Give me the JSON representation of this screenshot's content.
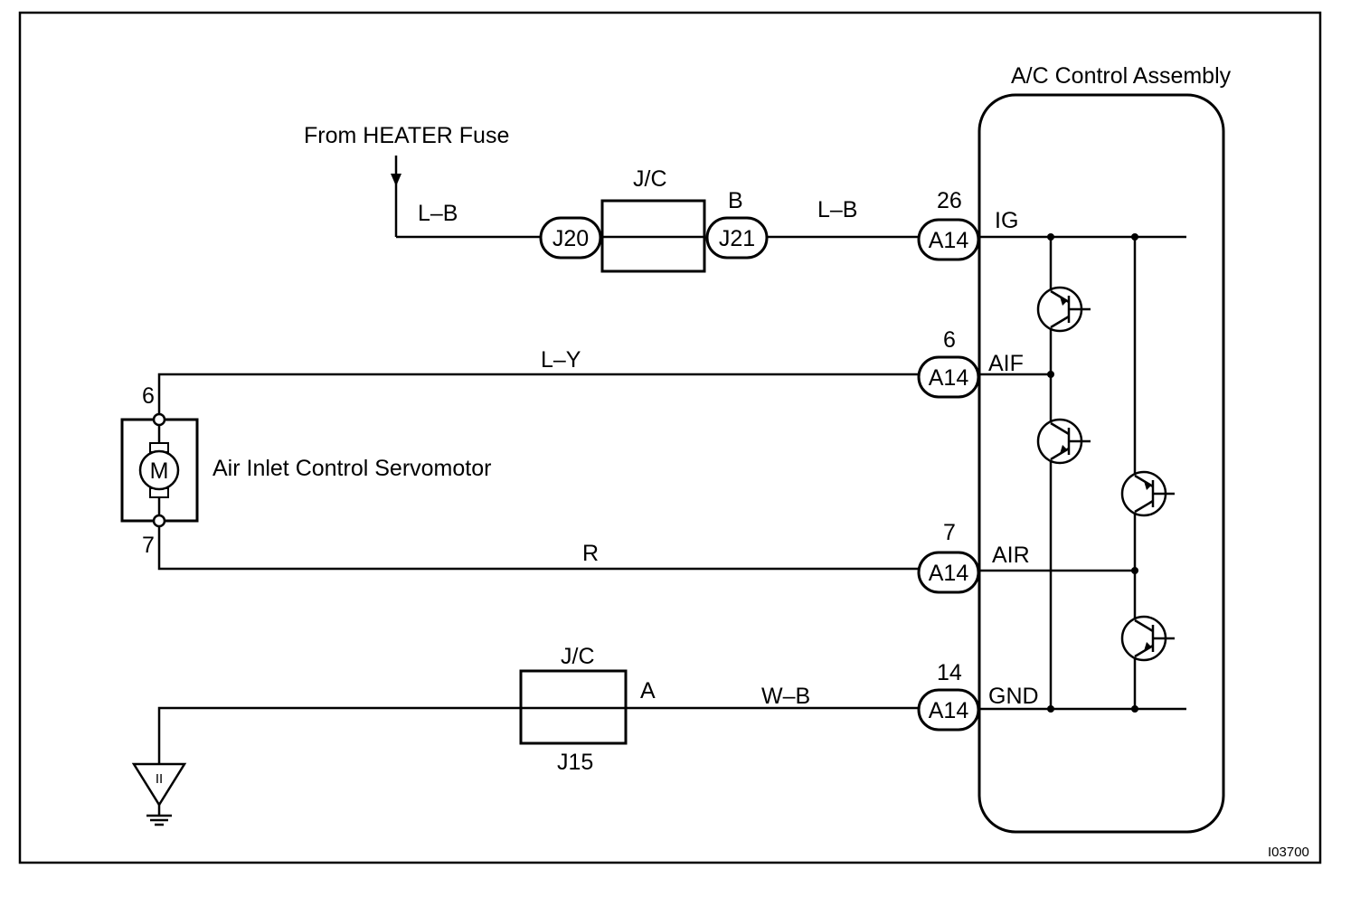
{
  "assembly": {
    "title": "A/C Control Assembly"
  },
  "source": {
    "label": "From HEATER Fuse"
  },
  "motor": {
    "name": "Air Inlet Control Servomotor",
    "symbol": "M",
    "pin_top": "6",
    "pin_bottom": "7"
  },
  "junctions": {
    "top": {
      "title": "J/C",
      "left_connector": "J20",
      "right_connector": "J21",
      "right_pin": "B"
    },
    "bottom": {
      "title": "J/C",
      "connector": "J15",
      "pin": "A"
    }
  },
  "wires": {
    "ig_left": "L–B",
    "ig_right": "L–B",
    "aif": "L–Y",
    "air": "R",
    "gnd": "W–B"
  },
  "pins": [
    {
      "number": "26",
      "connector": "A14",
      "signal": "IG"
    },
    {
      "number": "6",
      "connector": "A14",
      "signal": "AIF"
    },
    {
      "number": "7",
      "connector": "A14",
      "signal": "AIR"
    },
    {
      "number": "14",
      "connector": "A14",
      "signal": "GND"
    }
  ],
  "ground": {
    "symbol": "II"
  },
  "figure_code": "I03700"
}
